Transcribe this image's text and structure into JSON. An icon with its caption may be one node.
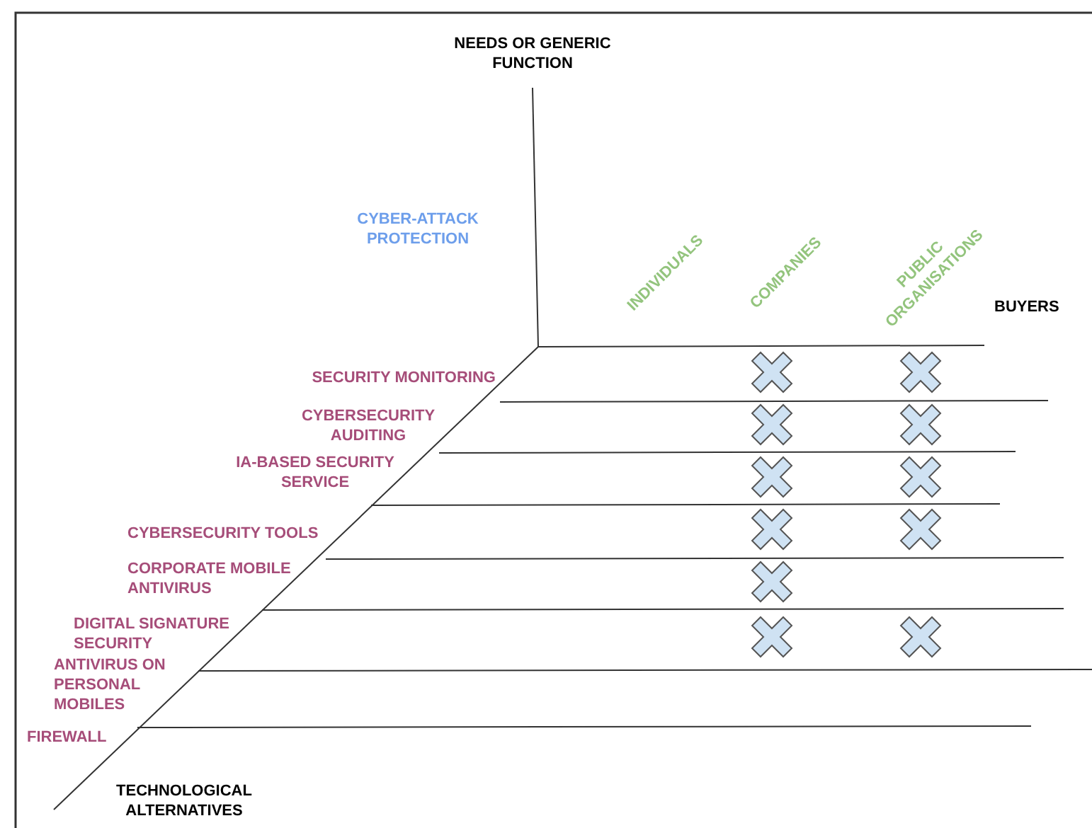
{
  "diagram": {
    "labels": [
      "NEEDS OR GENERIC FUNCTION",
      "CYBER-ATTACK PROTECTION",
      "INDIVIDUALS",
      "COMPANIES",
      "PUBLIC ORGANISATIONS",
      "BUYERS",
      "SECURITY MONITORING",
      "CYBERSECURITY AUDITING",
      "IA-BASED SECURITY SERVICE",
      "CYBERSECURITY TOOLS",
      "CORPORATE MOBILE ANTIVIRUS",
      "DIGITAL SIGNATURE SECURITY",
      "ANTIVIRUS ON PERSONAL MOBILES",
      "FIREWALL",
      "TECHNOLOGICAL ALTERNATIVES"
    ]
  }
}
